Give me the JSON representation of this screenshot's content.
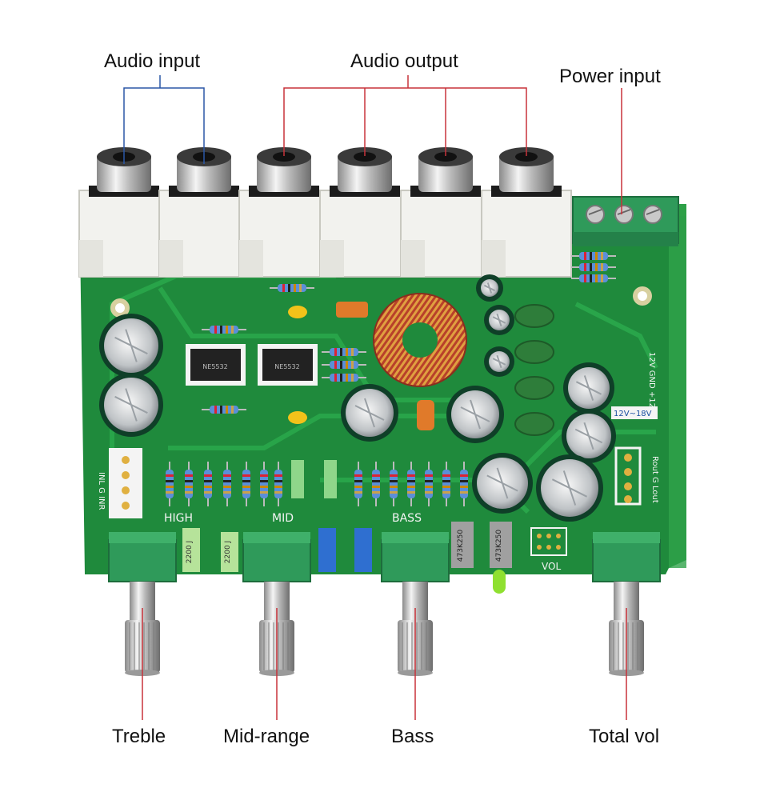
{
  "callouts": {
    "audio_input": "Audio input",
    "audio_output": "Audio output",
    "power_input": "Power input",
    "treble": "Treble",
    "mid_range": "Mid-range",
    "bass": "Bass",
    "total_vol": "Total vol"
  },
  "silkscreen": {
    "high": "HIGH",
    "mid": "MID",
    "bass": "BASS",
    "vol": "VOL",
    "cap_left_1": "2200 J",
    "cap_left_2": "2200 J",
    "cap_mid_1": "473K250",
    "cap_mid_2": "473K250",
    "in_pins": "INL G INR",
    "power_pins": "12V GND +12V",
    "out_pins": "Rout G Lout",
    "power_note": "12V~18V",
    "chip_1": "NE5532",
    "chip_2": "NE5532"
  },
  "colors": {
    "pcb": "#1f8a3c",
    "pcb_dark": "#156b2c",
    "trace": "#2aa74b",
    "jack_white": "#f2f2ee",
    "pot_green": "#2f9a5a",
    "signal_blue": "#2b57a6",
    "signal_red": "#c8323a"
  }
}
